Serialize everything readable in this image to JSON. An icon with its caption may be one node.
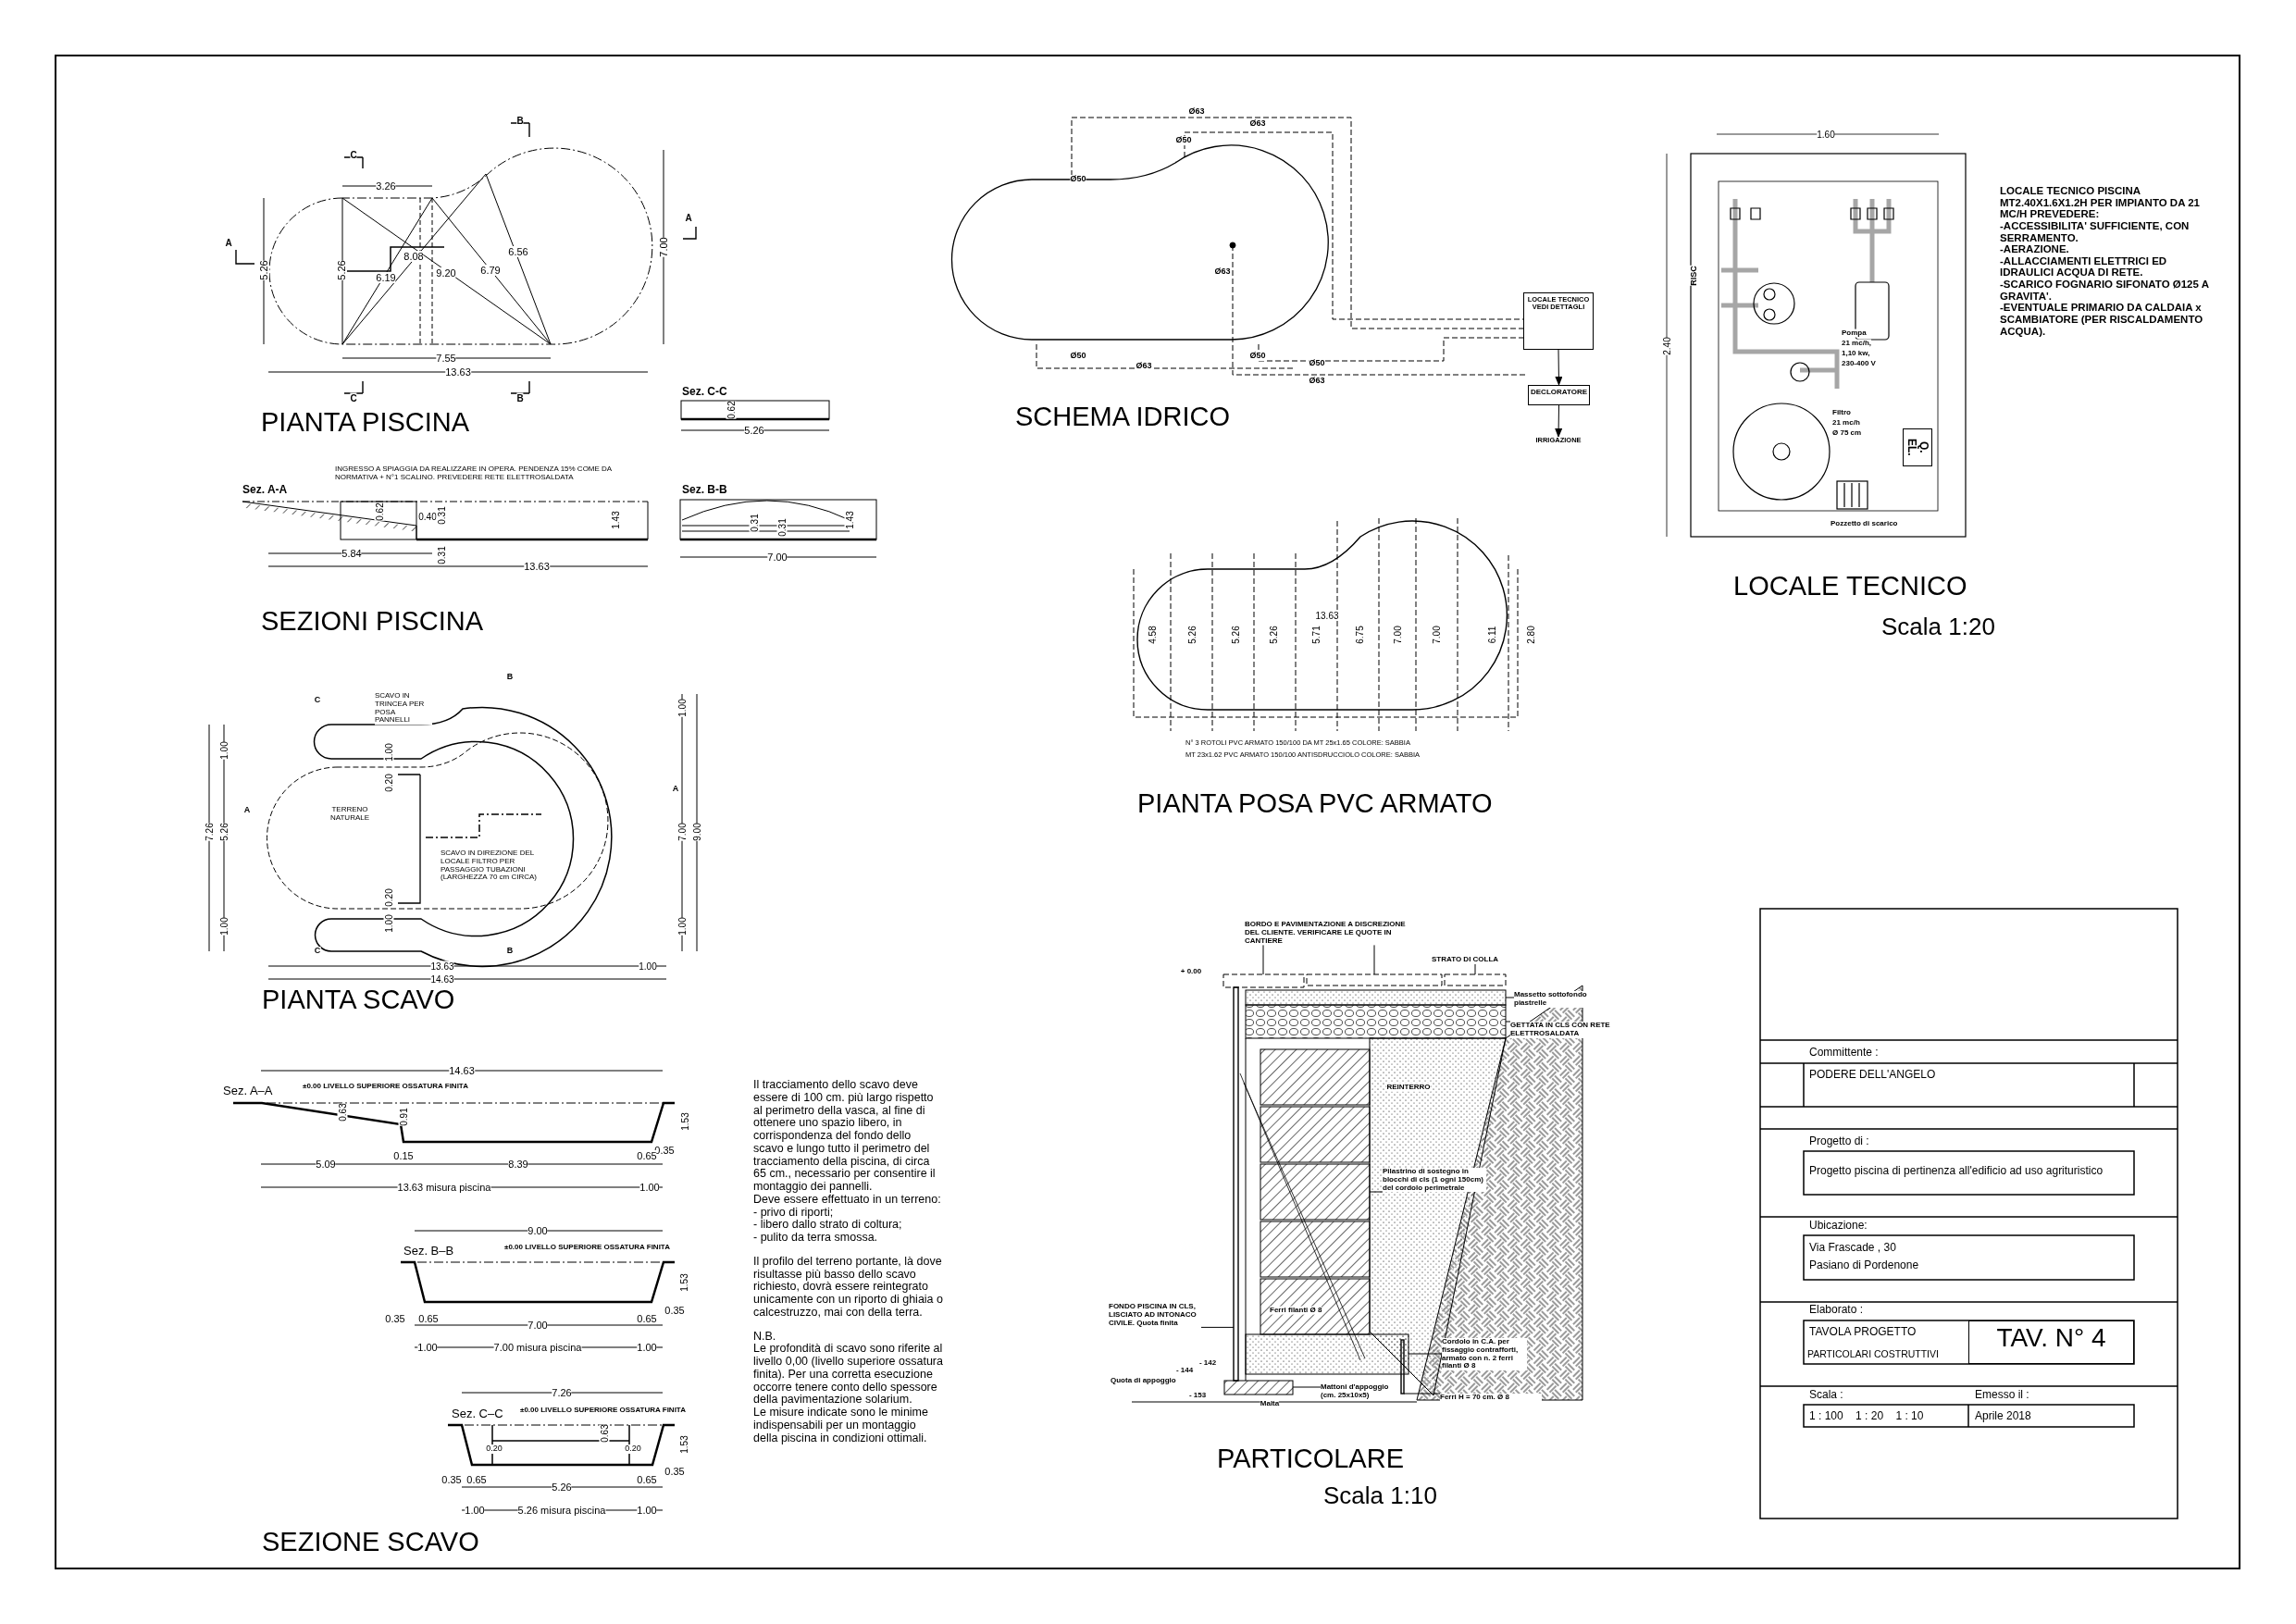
{
  "diagram": {
    "nodes": [
      {
        "text": [
          "LOCALE TECNICO VEDI DETTAGLI"
        ]
      },
      {
        "text": [
          "DECLORATORE"
        ]
      },
      {
        "text": [
          "IRRIGAZIONE"
        ]
      },
      {
        "text": [
          "Q. EL."
        ]
      },
      {
        "text": [
          "BORDO E PAVIMENTAZIONE A DISCREZIONE DEL CLIENTE. VERIFICARE LE QUOTE IN CANTIERE"
        ]
      },
      {
        "text": [
          "STRATO DI COLLA"
        ]
      },
      {
        "text": [
          "Massetto sottofondo piastrelle"
        ]
      },
      {
        "text": [
          "GETTATA IN CLS CON RETE ELETTROSALDATA"
        ]
      },
      {
        "text": [
          "Pilastrino di sostegno in blocchi di cls (1 ogni 150cm) del cordolo perimetrale"
        ]
      },
      {
        "text": [
          "FONDO PISCINA IN CLS, LISCIATO AD INTONACO CIVILE. Quota finita"
        ]
      },
      {
        "text": [
          "Cordolo in C.A. per fissaggio contrafforti, armato con n. 2 ferri filanti Ø 8"
        ]
      },
      {
        "text": [
          "Mattoni d'appoggio (cm. 25x10x5)"
        ]
      },
      {
        "text": [
          "Ferri H = 70 cm. Ø 8"
        ]
      },
      {
        "text": [],
        "shape": "box"
      },
      {
        "text": [],
        "shape": "box"
      },
      {
        "text": [],
        "shape": "box"
      },
      {
        "text": [],
        "shape": "box"
      },
      {
        "text": [],
        "shape": "box"
      },
      {
        "text": [],
        "shape": "box"
      },
      {
        "text": [],
        "shape": "bar"
      },
      {
        "text": [],
        "shape": "box"
      },
      {
        "text": [],
        "shape": "box"
      },
      {
        "text": [],
        "shape": "bar"
      },
      {
        "text": [
          "TAV. N° 4"
        ]
      }
    ],
    "edges": [
      {
        "from": 0,
        "to": 1,
        "arrow": "to"
      },
      {
        "from": 1,
        "to": 2,
        "arrow": "to"
      },
      {
        "from": 4,
        "to": 13,
        "arrow": "none"
      },
      {
        "from": 4,
        "to": 14,
        "arrow": "none"
      },
      {
        "from": 5,
        "to": 15,
        "arrow": "none"
      },
      {
        "from": 6,
        "to": 16,
        "arrow": "none"
      },
      {
        "from": 7,
        "to": 17,
        "arrow": "none"
      },
      {
        "from": 8,
        "to": 18,
        "arrow": "none"
      },
      {
        "from": 9,
        "to": 19,
        "arrow": "none"
      },
      {
        "from": 10,
        "to": 20,
        "arrow": "none"
      },
      {
        "from": 11,
        "to": 21,
        "arrow": "none"
      },
      {
        "from": 12,
        "to": 22,
        "arrow": "none"
      }
    ],
    "labels": [
      "C",
      "B",
      "A",
      "A",
      "C",
      "B",
      "3.26",
      "5.26",
      "5.26",
      "6.19",
      "8.08",
      "9.20",
      "6.79",
      "6.56",
      "7.00",
      "7.55",
      "13.63",
      "PIANTA PISCINA",
      "Sez. C-C",
      "0.62",
      "5.26",
      "INGRESSO A SPIAGGIA DA REALIZZARE IN OPERA. PENDENZA 15% COME DA NORMATIVA + N°1 SCALINO. PREVEDERE RETE ELETTROSALDATA",
      "Sez. A-A",
      "0.40",
      "0.62",
      "0.31",
      "1.43",
      "5.84",
      "0.31",
      "13.63",
      "Sez. B-B",
      "0.31",
      "0.31",
      "1.43",
      "7.00",
      "SEZIONI PISCINA",
      "Ø63",
      "Ø63",
      "Ø50",
      "Ø50",
      "Ø63",
      "Ø50",
      "Ø63",
      "Ø50",
      "Ø50",
      "Ø63",
      "SCHEMA IDRICO",
      "1.60",
      "2.40",
      "RISC",
      "Pompa",
      "21 mc/h,",
      "1,10 kw,",
      "230-400 V",
      "Filtro",
      "21 mc/h",
      "Ø 75 cm",
      "Pozzetto di scarico",
      "LOCALE TECNICO PISCINA MT2.40X1.6X1.2H PER IMPIANTO DA 21 MC/H PREVEDERE:",
      "-ACCESSIBILITA' SUFFICIENTE, CON SERRAMENTO.",
      "-AERAZIONE.",
      "-ALLACCIAMENTI ELETTRICI ED IDRAULICI ACQUA DI RETE.",
      "-SCARICO FOGNARIO SIFONATO Ø125 A GRAVITA'.",
      "-EVENTUALE PRIMARIO DA CALDAIA x SCAMBIATORE (PER RISCALDAMENTO ACQUA).",
      "LOCALE TECNICO",
      "Scala 1:20",
      "4.58",
      "5.26",
      "5.26",
      "5.26",
      "5.71",
      "6.75",
      "7.00",
      "7.00",
      "6.11",
      "2.80",
      "13.63",
      "N° 3 ROTOLI PVC ARMATO 150/100 DA MT 25x1.65 COLORE: SABBIA",
      "MT 23x1.62 PVC ARMATO 150/100 ANTISDRUCCIOLO COLORE: SABBIA",
      "PIANTA POSA PVC ARMATO",
      "SCAVO IN TRINCEA PER POSA PANNELLI",
      "TERRENO NATURALE",
      "SCAVO IN DIREZIONE DEL LOCALE FILTRO PER PASSAGGIO TUBAZIONI (LARGHEZZA 70 cm CIRCA)",
      "1.00",
      "0.20",
      "0.20",
      "1.00",
      "1.00",
      "7.26",
      "5.26",
      "1.00",
      "1.00",
      "7.00",
      "9.00",
      "1.00",
      "13.63",
      "1.00",
      "14.63",
      "C",
      "B",
      "A",
      "A",
      "C",
      "B",
      "PIANTA SCAVO",
      "14.63",
      "Sez. A–A",
      "±0.00 LIVELLO SUPERIORE OSSATURA FINITA",
      "0.63",
      "0.91",
      "1.53",
      "0.35",
      "5.09",
      "0.15",
      "8.39",
      "0.65",
      "13.63 misura piscina",
      "1.00",
      "9.00",
      "Sez. B–B",
      "±0.00 LIVELLO SUPERIORE OSSATURA FINITA",
      "1.53",
      "0.35",
      "0.35",
      "0.65",
      "7.00",
      "0.65",
      "1.00",
      "7.00 misura piscina",
      "1.00",
      "7.26",
      "Sez. C–C",
      "±0.00 LIVELLO SUPERIORE OSSATURA FINITA",
      "0.63",
      "0.20",
      "0.20",
      "1.53",
      "0.35",
      "0.35",
      "0.65",
      "5.26",
      "0.65",
      "1.00",
      "5.26 misura piscina",
      "1.00",
      "SEZIONE SCAVO",
      "Il tracciamento dello scavo deve essere di 100 cm. più largo rispetto al perimetro della vasca, al fine di ottenere uno spazio libero, in corrispondenza del fondo dello scavo e lungo tutto il perimetro del tracciamento della piscina, di circa 65 cm., necessario per consentire il montaggio dei pannelli.",
      "Deve essere effettuato in un terreno:",
      "- privo di riporti;",
      "- libero dallo strato di coltura;",
      "- pulito da terra smossa.",
      "Il profilo del terreno portante, là dove risultasse più basso dello scavo richiesto, dovrà essere reintegrato unicamente con un riporto di ghiaia o calcestruzzo, mai con della terra.",
      "N.B.",
      "Le profondità di scavo sono riferite al livello 0,00 (livello superiore ossatura finita). Per una corretta esecuzione occorre tenere conto dello spessore della pavimentazione solarium.",
      "Le misure indicate sono le minime indispensabili per un montaggio della piscina in condizioni ottimali.",
      "+ 0.00",
      "REINTERRO",
      "Ferri filanti Ø 8",
      "- 142",
      "- 144",
      "Quota di appoggio",
      "- 153",
      "Malta",
      "PARTICOLARE",
      "Scala 1:10",
      "Committente :",
      "PODERE DELL'ANGELO",
      "Progetto di :",
      "Progetto piscina di pertinenza all'edificio ad uso agrituristico",
      "Ubicazione:",
      "Via Frascade , 30",
      "Pasiano di Pordenone",
      "Elaborato :",
      "TAVOLA PROGETTO",
      "PARTICOLARI COSTRUTTIVI",
      "Scala :",
      "Emesso il :",
      "1 : 100    1 : 20    1 : 10",
      "Aprile 2018"
    ]
  }
}
